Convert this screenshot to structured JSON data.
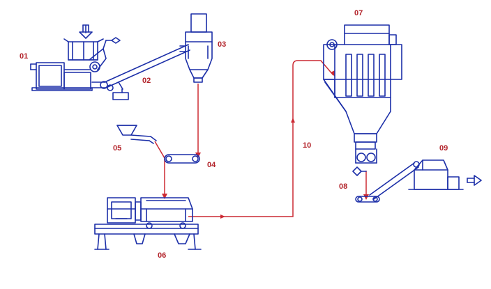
{
  "colors": {
    "equipment": "#1c2fa8",
    "flow": "#cc2a33",
    "label": "#b3242b",
    "background": "#ffffff"
  },
  "labels": {
    "l01": "01",
    "l02": "02",
    "l03": "03",
    "l04": "04",
    "l05": "05",
    "l06": "06",
    "l07": "07",
    "l08": "08",
    "l09": "09",
    "l10": "10"
  },
  "icons": {
    "feed_in": "down-arrow-icon",
    "product_out": "right-arrow-icon"
  }
}
